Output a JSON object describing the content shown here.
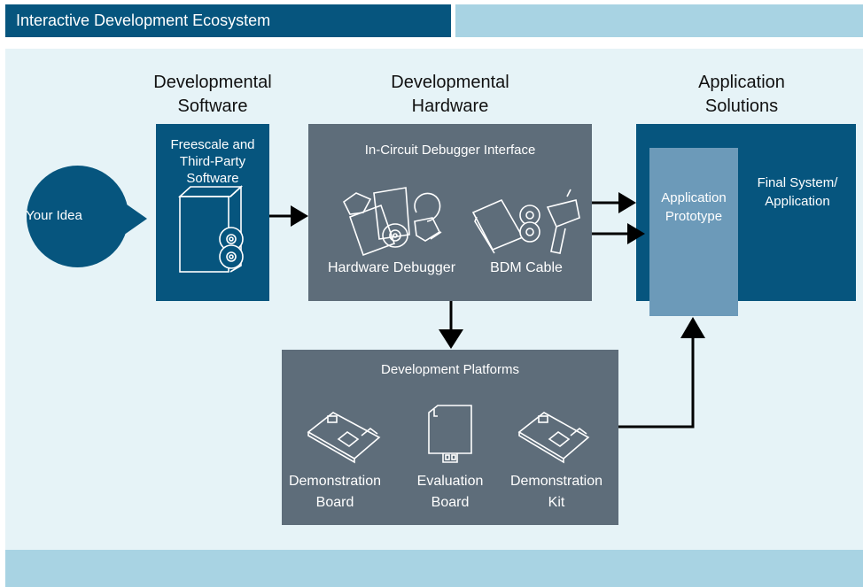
{
  "header": {
    "title": "Interactive Development Ecosystem"
  },
  "columns": {
    "software": {
      "line1": "Developmental",
      "line2": "Software"
    },
    "hardware": {
      "line1": "Developmental",
      "line2": "Hardware"
    },
    "solutions": {
      "line1": "Application",
      "line2": "Solutions"
    }
  },
  "idea": {
    "label": "Your Idea"
  },
  "software_box": {
    "line1": "Freescale and",
    "line2": "Third-Party",
    "line3": "Software"
  },
  "hardware_box": {
    "title": "In-Circuit Debugger Interface",
    "debugger_label": "Hardware Debugger",
    "cable_label": "BDM Cable"
  },
  "solutions_box": {
    "prototype_line1": "Application",
    "prototype_line2": "Prototype",
    "final_line1": "Final System/",
    "final_line2": "Application"
  },
  "platforms_box": {
    "title": "Development Platforms",
    "items": [
      {
        "line1": "Demonstration",
        "line2": "Board"
      },
      {
        "line1": "Evaluation",
        "line2": "Board"
      },
      {
        "line1": "Demonstration",
        "line2": "Kit"
      }
    ]
  },
  "colors": {
    "dark_blue": "#06557e",
    "light_blue": "#a8d3e3",
    "pale_blue": "#e6f3f7",
    "gray_box": "#5e6d7a",
    "prototype": "#6c9ab9"
  }
}
